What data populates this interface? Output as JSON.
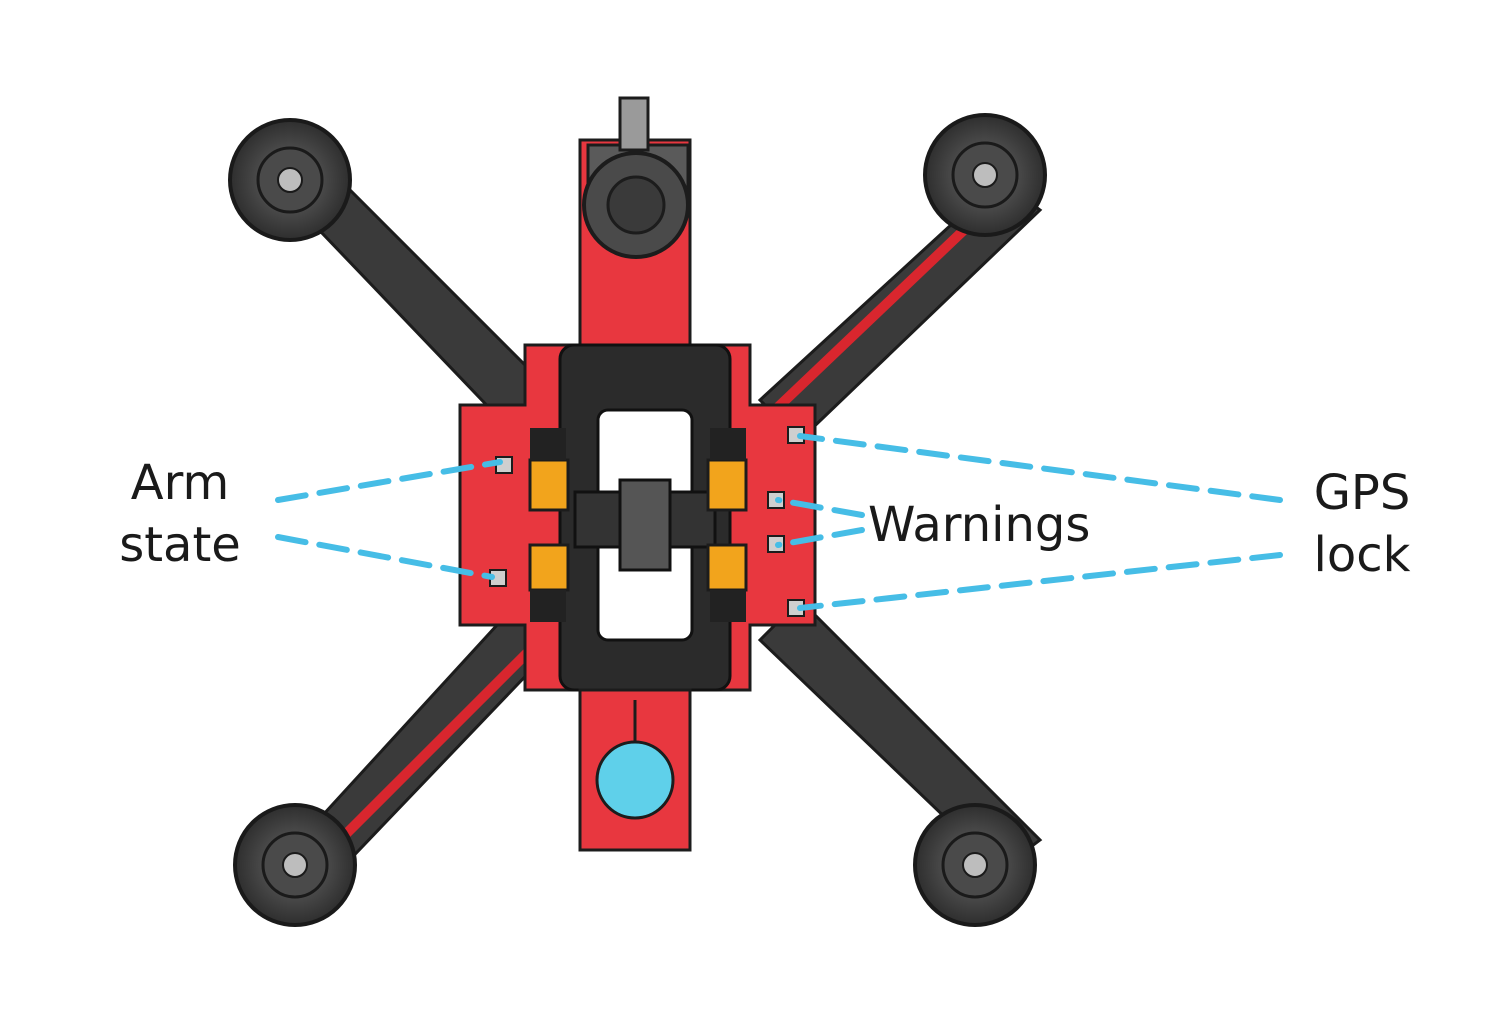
{
  "labels": {
    "arm_state": {
      "line1": "Arm",
      "line2": "state"
    },
    "warnings": "Warnings",
    "gps_lock": {
      "line1": "GPS",
      "line2": "lock"
    }
  },
  "colors": {
    "frame_red": "#e8373f",
    "arm_dark": "#3a3a3a",
    "pcb_black": "#2b2b2b",
    "connector_orange": "#f2a41c",
    "callout_blue": "#46bde6",
    "button_blue": "#5fd0ea"
  },
  "icons": [
    "quadcopter-frame-drawing",
    "motor-icon",
    "gps-antenna-icon",
    "led-indicator-icon",
    "battery-strap-icon"
  ]
}
